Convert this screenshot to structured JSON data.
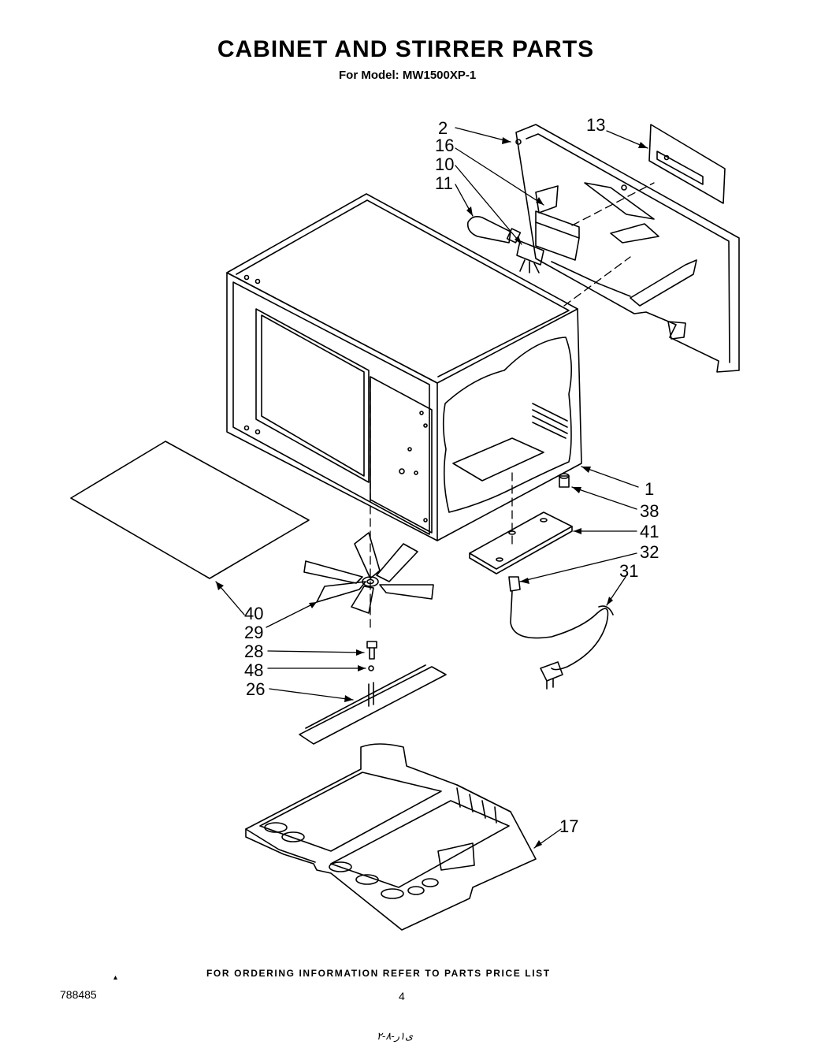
{
  "header": {
    "title": "CABINET AND STIRRER PARTS",
    "model": "For Model: MW1500XP-1"
  },
  "callouts": [
    "2",
    "16",
    "10",
    "11",
    "13",
    "1",
    "38",
    "41",
    "32",
    "31",
    "40",
    "29",
    "28",
    "48",
    "26",
    "17"
  ],
  "footer": {
    "ordering": "FOR ORDERING INFORMATION REFER TO PARTS PRICE LIST",
    "doc_number": "788485",
    "page_number": "4",
    "handwritten": "ی۱ر-۸-۲",
    "mark": "▴"
  }
}
